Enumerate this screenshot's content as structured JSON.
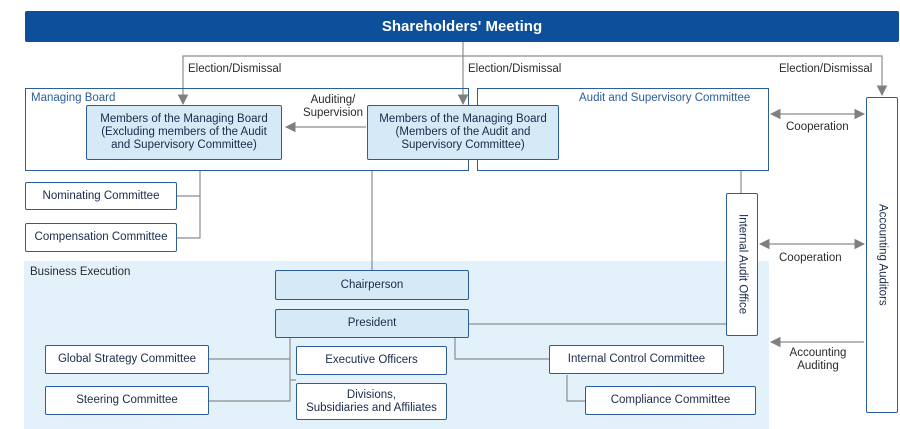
{
  "header": {
    "title": "Shareholders' Meeting"
  },
  "edge_labels": {
    "election_left": "Election/Dismissal",
    "election_mid": "Election/Dismissal",
    "election_right": "Election/Dismissal",
    "auditing_supervision_l1": "Auditing/",
    "auditing_supervision_l2": "Supervision",
    "cooperation_top": "Cooperation",
    "cooperation_mid": "Cooperation",
    "accounting_auditing_l1": "Accounting",
    "accounting_auditing_l2": "Auditing"
  },
  "groups": {
    "managing_board": "Managing Board",
    "audit_committee": "Audit and Supervisory Committee",
    "business_execution": "Business Execution"
  },
  "nodes": {
    "members_excl": [
      "Members of the Managing Board",
      "(Excluding members of the Audit",
      "and Supervisory Committee)"
    ],
    "members_incl": [
      "Members of the Managing Board",
      "(Members of the Audit and",
      "Supervisory Committee)"
    ],
    "nominating": "Nominating Committee",
    "compensation": "Compensation Committee",
    "internal_audit": "Internal Audit Office",
    "accounting_auditors": "Accounting Auditors",
    "chairperson": "Chairperson",
    "president": "President",
    "global_strategy": "Global Strategy Committee",
    "steering": "Steering Committee",
    "executive_officers": "Executive Officers",
    "divisions": [
      "Divisions,",
      "Subsidiaries and Affiliates"
    ],
    "internal_control": "Internal Control Committee",
    "compliance": "Compliance Committee"
  }
}
